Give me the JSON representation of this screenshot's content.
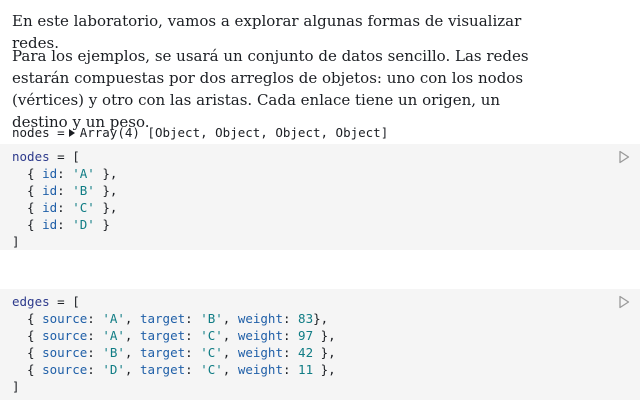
{
  "intro": "En este laboratorio, vamos a explorar algunas formas de visualizar redes.",
  "description": "Para los ejemplos, se usará un conjunto de datos sencillo. Las redes estarán compuestas por dos arreglos de objetos: uno con los nodos (vértices) y otro con las aristas. Cada enlace tiene un origen, un destino y un peso.",
  "inspector": {
    "variable": "nodes =",
    "summary": "Array(4) [Object, Object, Object, Object]"
  },
  "cells": {
    "nodes": {
      "name": "nodes",
      "rows": [
        {
          "key": "id",
          "value": "'A'"
        },
        {
          "key": "id",
          "value": "'B'"
        },
        {
          "key": "id",
          "value": "'C'"
        },
        {
          "key": "id",
          "value": "'D'"
        }
      ]
    },
    "edges": {
      "name": "edges",
      "rows": [
        {
          "source": "'A'",
          "target": "'B'",
          "weight": "83",
          "close": "},"
        },
        {
          "source": "'A'",
          "target": "'C'",
          "weight": "97",
          "close": " },"
        },
        {
          "source": "'B'",
          "target": "'C'",
          "weight": "42",
          "close": " },"
        },
        {
          "source": "'D'",
          "target": "'C'",
          "weight": "11",
          "close": " },"
        }
      ]
    }
  },
  "icons": {
    "run": "play-outline-icon",
    "expand": "caret-right-icon"
  },
  "colors": {
    "cell_bg": "#f5f5f5",
    "keyword": "#2d3a8c",
    "property": "#1f5fa8",
    "string": "#0f7c84"
  }
}
